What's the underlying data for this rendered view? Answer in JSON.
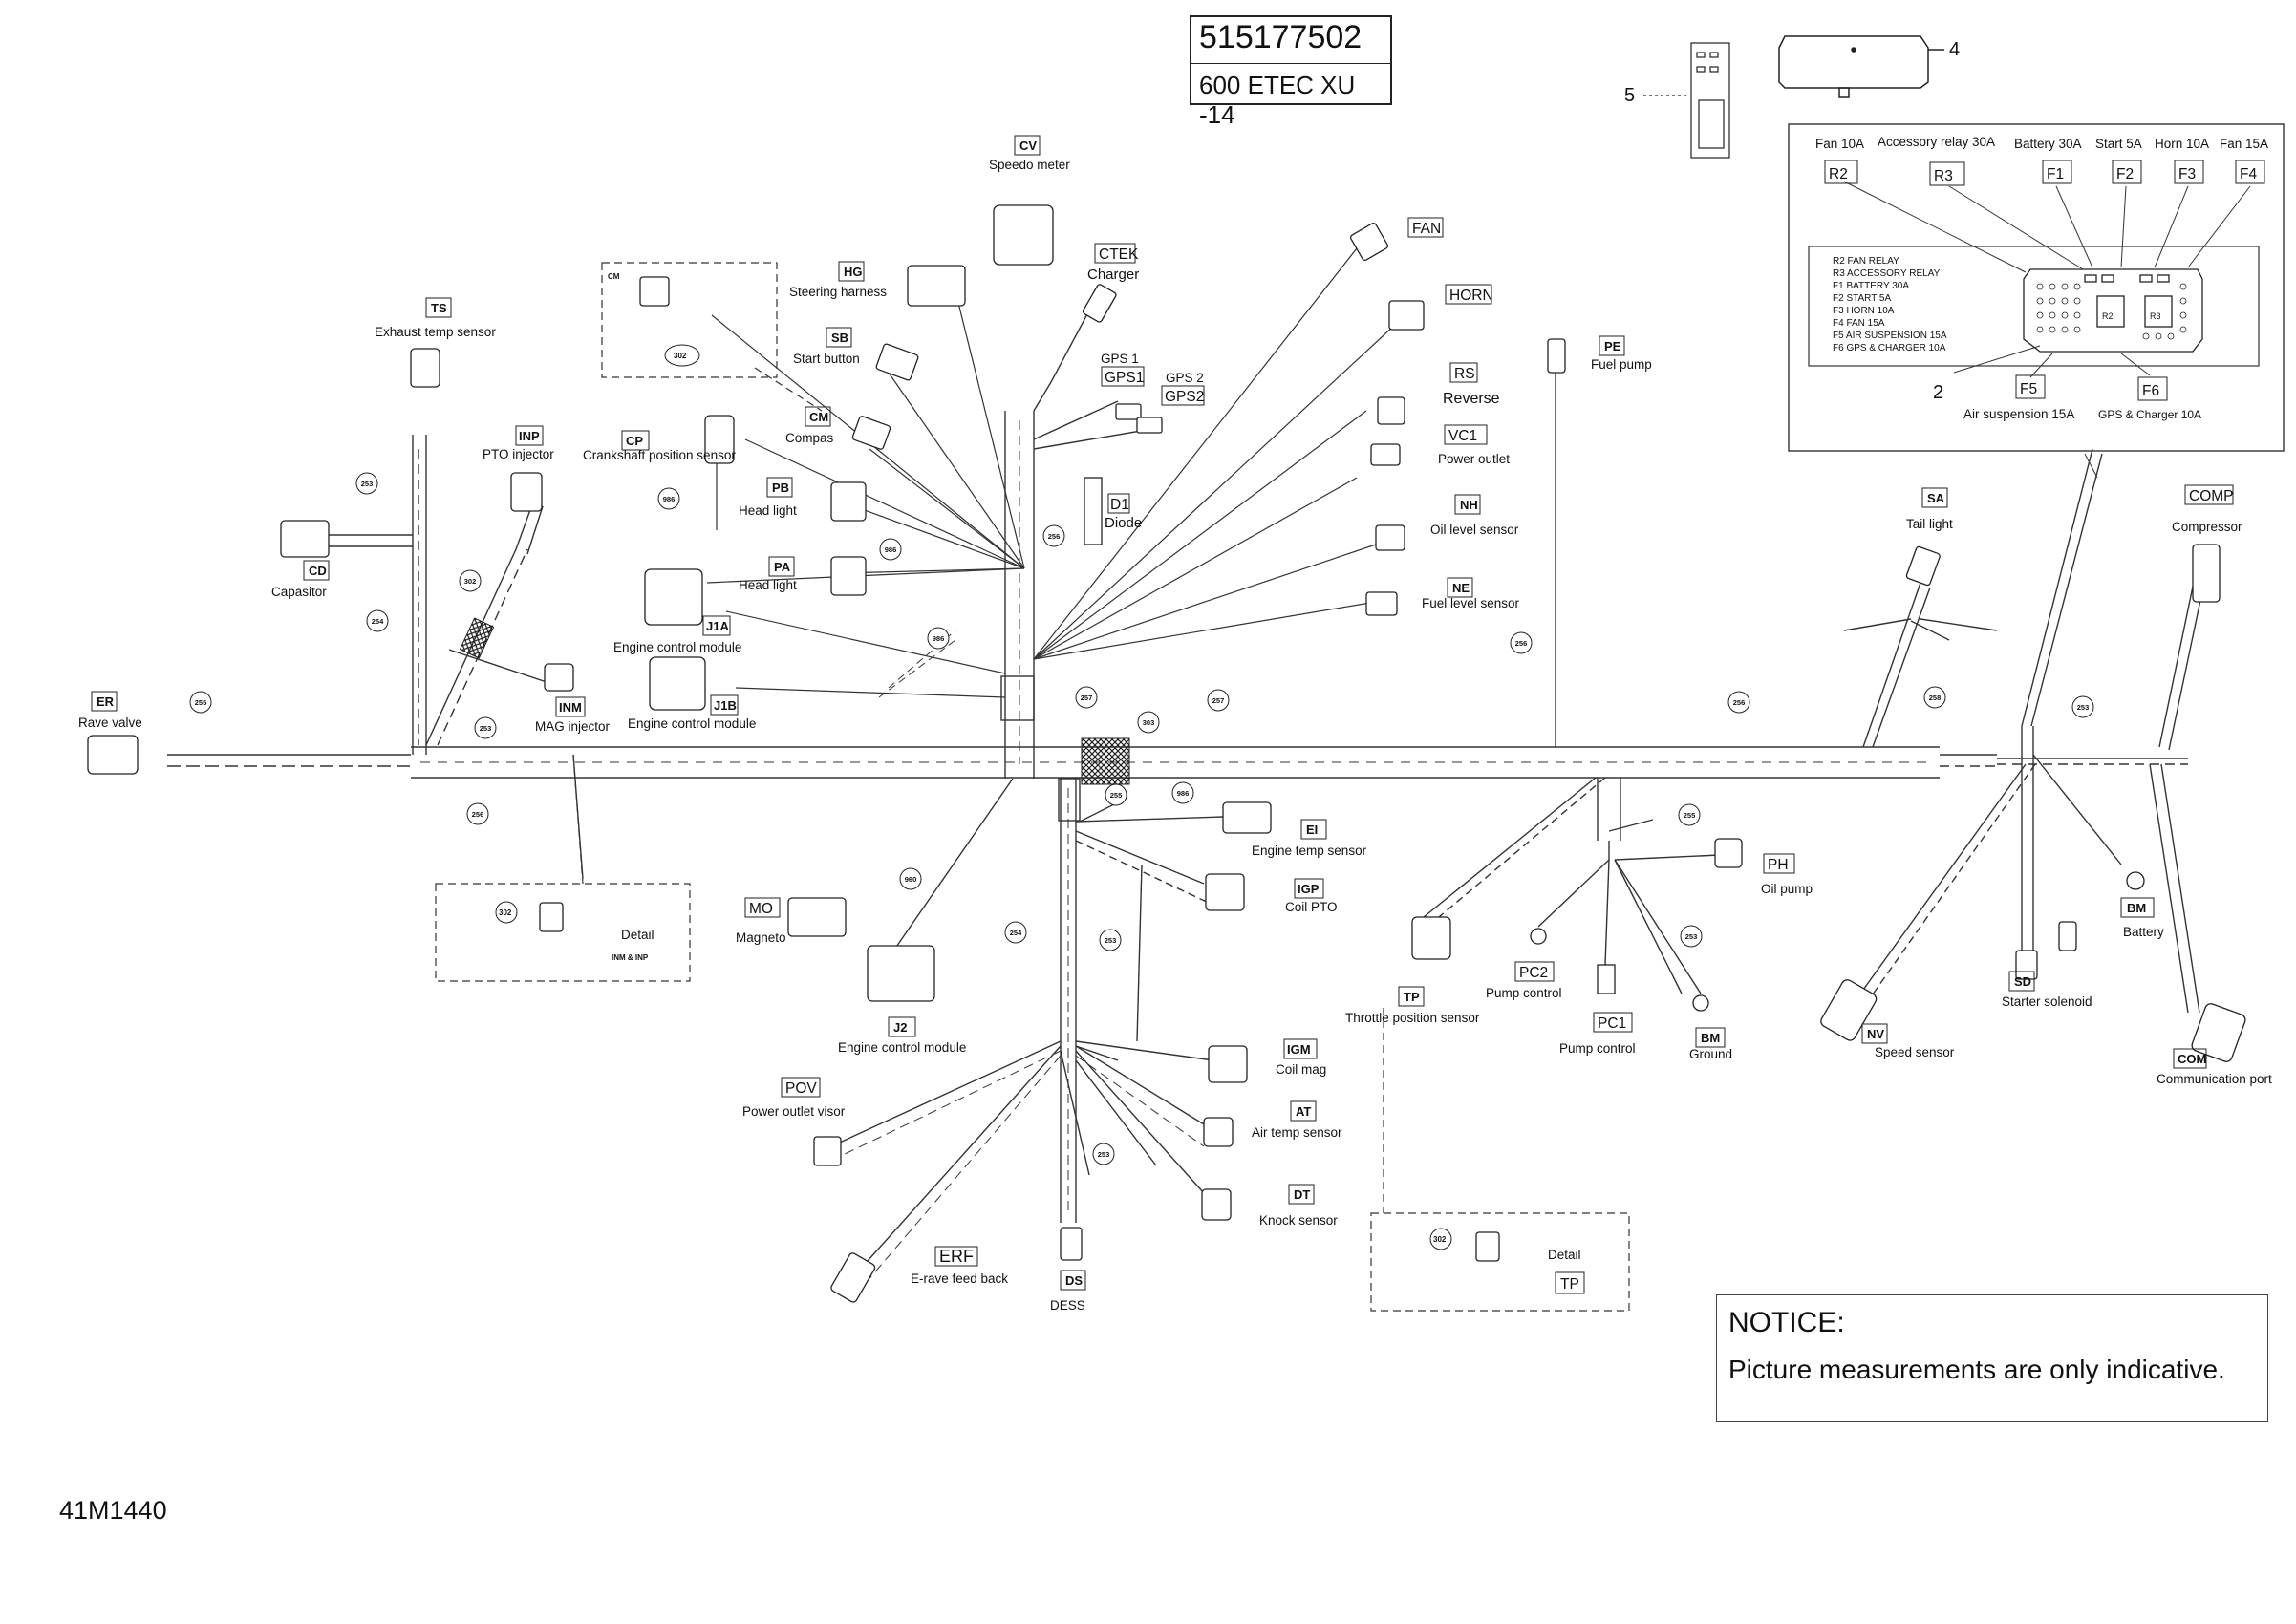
{
  "header": {
    "part_number": "515177502",
    "model": "600 ETEC XU -14"
  },
  "notice": {
    "heading": "NOTICE:",
    "text": "Picture measurements are only indicative."
  },
  "doc_id": "41M1440",
  "items": {
    "item4": "4",
    "item5": "5",
    "item2": "2"
  },
  "fuse_box": {
    "top_labels": [
      "Fan 10A",
      "Accessory relay 30A",
      "Battery 30A",
      "Start 5A",
      "Horn 10A",
      "Fan 15A"
    ],
    "top_codes": [
      "R2",
      "R3",
      "F1",
      "F2",
      "F3",
      "F4"
    ],
    "legend": [
      "R2  FAN RELAY",
      "R3  ACCESSORY RELAY",
      "F1  BATTERY 30A",
      "F2  START 5A",
      "F3  HORN 10A",
      "F4  FAN 15A",
      "F5  AIR SUSPENSION 15A",
      "F6  GPS & CHARGER 10A"
    ],
    "bottom_codes": [
      "F5",
      "F6"
    ],
    "bottom_labels": [
      "Air suspension 15A",
      "GPS & Charger 10A"
    ],
    "inner_labels": [
      "R2",
      "R3"
    ]
  },
  "connectors": {
    "cv": {
      "code": "CV",
      "label": "Speedo meter"
    },
    "ctek": {
      "code": "CTEK",
      "label": "Charger"
    },
    "hg": {
      "code": "HG",
      "label": "Steering harness"
    },
    "sb": {
      "code": "SB",
      "label": "Start button"
    },
    "cm": {
      "code": "CM",
      "label": "Compas"
    },
    "ts": {
      "code": "TS",
      "label": "Exhaust temp sensor"
    },
    "inp": {
      "code": "INP",
      "label": "PTO injector"
    },
    "cp": {
      "code": "CP",
      "label": "Crankshaft position sensor"
    },
    "pb": {
      "code": "PB",
      "label": "Head light"
    },
    "pa": {
      "code": "PA",
      "label": "Head light"
    },
    "cd": {
      "code": "CD",
      "label": "Capasitor"
    },
    "j1a": {
      "code": "J1A",
      "label": "Engine control module"
    },
    "j1b": {
      "code": "J1B",
      "label": "Engine control module"
    },
    "inm": {
      "code": "INM",
      "label": "MAG injector"
    },
    "er": {
      "code": "ER",
      "label": "Rave valve"
    },
    "gps1": {
      "code": "GPS1",
      "label": "GPS 1"
    },
    "gps2": {
      "code": "GPS2",
      "label": "GPS 2"
    },
    "d1": {
      "code": "D1",
      "label": "Diode"
    },
    "fan": {
      "code": "FAN",
      "label": ""
    },
    "horn": {
      "code": "HORN",
      "label": ""
    },
    "rs": {
      "code": "RS",
      "label": "Reverse"
    },
    "vc1": {
      "code": "VC1",
      "label": "Power outlet"
    },
    "nh": {
      "code": "NH",
      "label": "Oil level sensor"
    },
    "ne": {
      "code": "NE",
      "label": "Fuel level sensor"
    },
    "pe": {
      "code": "PE",
      "label": "Fuel pump"
    },
    "sa": {
      "code": "SA",
      "label": "Tail light"
    },
    "comp": {
      "code": "COMP",
      "label": "Compressor"
    },
    "ei": {
      "code": "EI",
      "label": "Engine temp sensor"
    },
    "igp": {
      "code": "IGP",
      "label": "Coil PTO"
    },
    "mo": {
      "code": "MO",
      "label": "Magneto"
    },
    "j2": {
      "code": "J2",
      "label": "Engine control module"
    },
    "igm": {
      "code": "IGM",
      "label": "Coil mag"
    },
    "at": {
      "code": "AT",
      "label": "Air temp sensor"
    },
    "dt": {
      "code": "DT",
      "label": "Knock sensor"
    },
    "pov": {
      "code": "POV",
      "label": "Power outlet visor"
    },
    "erf": {
      "code": "ERF",
      "label": "E-rave feed back"
    },
    "ds": {
      "code": "DS",
      "label": "DESS"
    },
    "tp": {
      "code": "TP",
      "label": "Throttle position sensor"
    },
    "ph": {
      "code": "PH",
      "label": "Oil pump"
    },
    "pc2": {
      "code": "PC2",
      "label": "Pump control"
    },
    "pc1": {
      "code": "PC1",
      "label": "Pump control"
    },
    "bm_ground": {
      "code": "BM",
      "label": "Ground"
    },
    "bm_battery": {
      "code": "BM",
      "label": "Battery"
    },
    "nv": {
      "code": "NV",
      "label": "Speed sensor"
    },
    "sd": {
      "code": "SD",
      "label": "Starter solenoid"
    },
    "com": {
      "code": "COM",
      "label": "Communication port"
    }
  },
  "details": {
    "detail_left": {
      "label": "Detail",
      "ref": "302",
      "tag": "INM & INP"
    },
    "detail_right": {
      "label": "Detail",
      "ref": "302",
      "tag": "TP"
    },
    "detail_cm_ref": "302",
    "detail_cm_tag": "CM"
  },
  "clips": [
    "253",
    "254",
    "253",
    "302",
    "255",
    "257",
    "303",
    "257",
    "256",
    "258",
    "253",
    "256",
    "255",
    "986",
    "254",
    "253",
    "960",
    "986",
    "256",
    "986",
    "253",
    "255",
    "253",
    "986",
    "256"
  ]
}
